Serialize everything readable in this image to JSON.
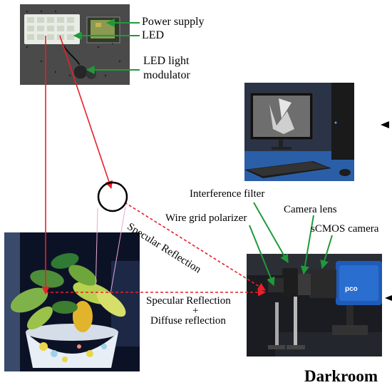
{
  "labels": {
    "power_supply": "Power supply",
    "led": "LED",
    "led_modulator_line1": "LED light",
    "led_modulator_line2": "modulator",
    "interference_filter": "Interference filter",
    "camera_lens": "Camera lens",
    "wire_grid_polarizer": "Wire grid polarizer",
    "scmos_camera": "sCMOS camera",
    "specular_reflection_diag": "Specular Reflection",
    "specular_reflection": "Specular Reflection",
    "plus": "+",
    "diffuse_reflection": "Diffuse reflection",
    "darkroom": "Darkroom",
    "camera_brand": "pco"
  },
  "colors": {
    "light_path": "#e8202a",
    "pointer": "#1f9a3a",
    "circle": "#000000",
    "view_cone": "#e9a6d6"
  }
}
